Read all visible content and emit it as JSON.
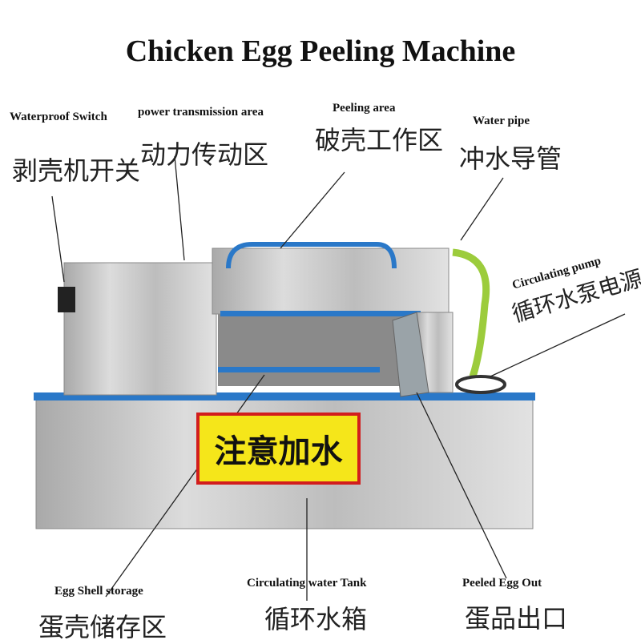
{
  "title": "Chicken Egg Peeling Machine",
  "labels": {
    "waterproof_switch": {
      "en": "Waterproof Switch",
      "cn": "剥壳机开关"
    },
    "power_transmission": {
      "en": "power transmission area",
      "cn": "动力传动区"
    },
    "peeling_area": {
      "en": "Peeling area",
      "cn": "破壳工作区"
    },
    "water_pipe": {
      "en": "Water pipe",
      "cn": "冲水导管"
    },
    "circulating_pump": {
      "en": "Circulating pump",
      "cn": "循环水泵电源线"
    },
    "egg_shell_storage": {
      "en": "Egg Shell storage",
      "cn": "蛋壳储存区"
    },
    "water_tank": {
      "en": "Circulating water Tank",
      "cn": "循环水箱"
    },
    "peeled_egg_out": {
      "en": "Peeled Egg Out",
      "cn": "蛋品出口"
    }
  },
  "sign": {
    "text": "注意加水"
  },
  "colors": {
    "steel": "#c9c9c9",
    "blue_trim": "#2a78c8",
    "sign_yellow": "#f5e61a",
    "sign_border": "#d21d1d",
    "hose_green": "#9ccc3c"
  }
}
